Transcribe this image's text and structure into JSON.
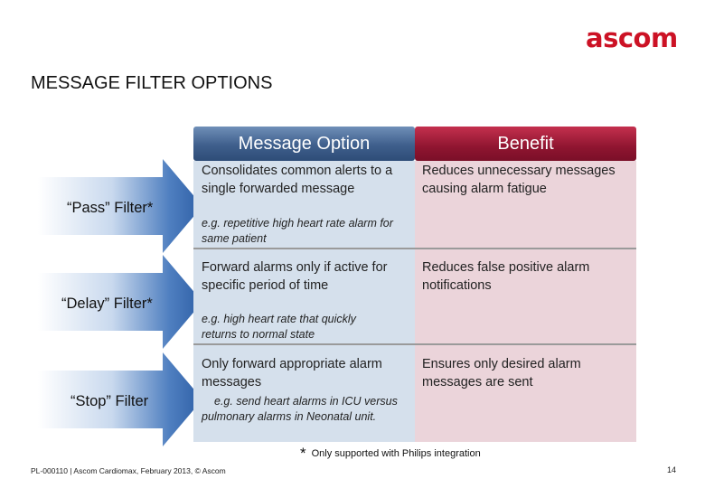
{
  "brand": {
    "logo_text": "ascom",
    "color": "#cc1225"
  },
  "page_title": "MESSAGE FILTER OPTIONS",
  "table": {
    "headers": {
      "option": "Message Option",
      "benefit": "Benefit"
    },
    "colors": {
      "option_header": "#3f5f8c",
      "benefit_header": "#8f1530",
      "option_fill": "#d5e0ec",
      "benefit_fill": "#ebd4da",
      "arrow_fill": "#2e5fa6"
    },
    "rows": [
      {
        "filter_label": "“Pass” Filter*",
        "option": "Consolidates common alerts to a single forwarded message",
        "example": "e.g. repetitive high heart rate alarm for same patient",
        "benefit": "Reduces unnecessary messages causing alarm fatigue"
      },
      {
        "filter_label": "“Delay” Filter*",
        "option": "Forward alarms only if active for specific period of time",
        "example": "e.g. high heart rate that quickly returns to normal state",
        "benefit": "Reduces false positive alarm notifications"
      },
      {
        "filter_label": "“Stop” Filter",
        "option": "Only forward appropriate alarm messages",
        "example": "e.g. send heart alarms in ICU versus pulmonary alarms in Neonatal unit.",
        "benefit": "Ensures only desired alarm messages are sent"
      }
    ]
  },
  "footnote": {
    "marker": "*",
    "text": "Only supported with Philips integration"
  },
  "footer": {
    "text": "PL-000110 | Ascom Cardiomax, February 2013, © Ascom",
    "page_number": "14"
  }
}
